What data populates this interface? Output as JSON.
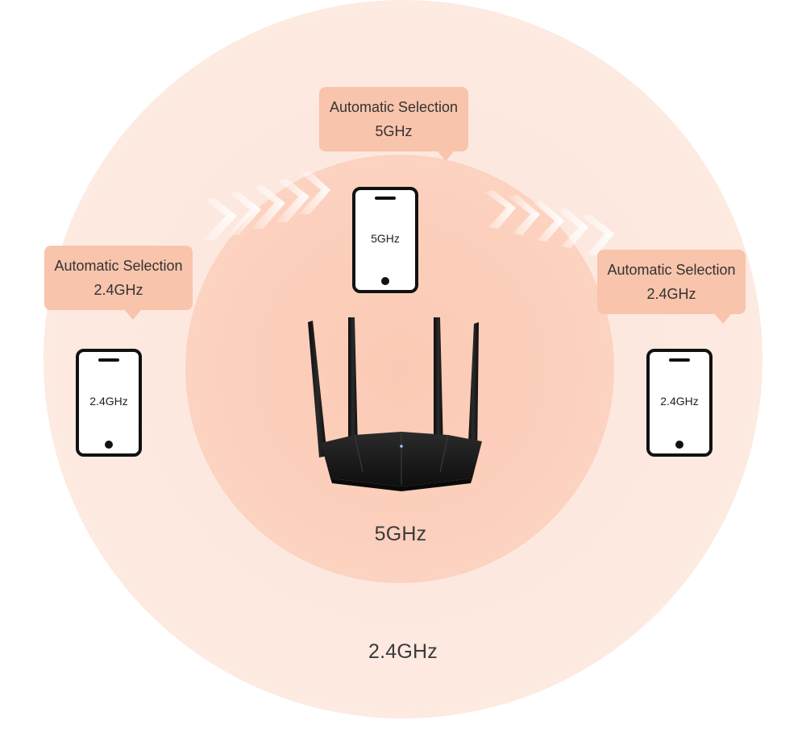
{
  "bands": {
    "outer_label": "2.4GHz",
    "inner_label": "5GHz"
  },
  "callouts": [
    {
      "line1": "Automatic Selection",
      "line2": "5GHz"
    },
    {
      "line1": "Automatic Selection",
      "line2": "2.4GHz"
    },
    {
      "line1": "Automatic Selection",
      "line2": "2.4GHz"
    }
  ],
  "phones": [
    {
      "label": "5GHz"
    },
    {
      "label": "2.4GHz"
    },
    {
      "label": "2.4GHz"
    }
  ],
  "colors": {
    "outer_ring": "#fde8de",
    "inner_ring": "#fccdb9",
    "callout_bg": "#f8c4ab",
    "router": "#1a1a1a",
    "arrow": "#ffffff"
  },
  "icons": {
    "device": "smartphone-icon",
    "router": "router-icon",
    "arrows": "chevron-arrows-icon"
  }
}
